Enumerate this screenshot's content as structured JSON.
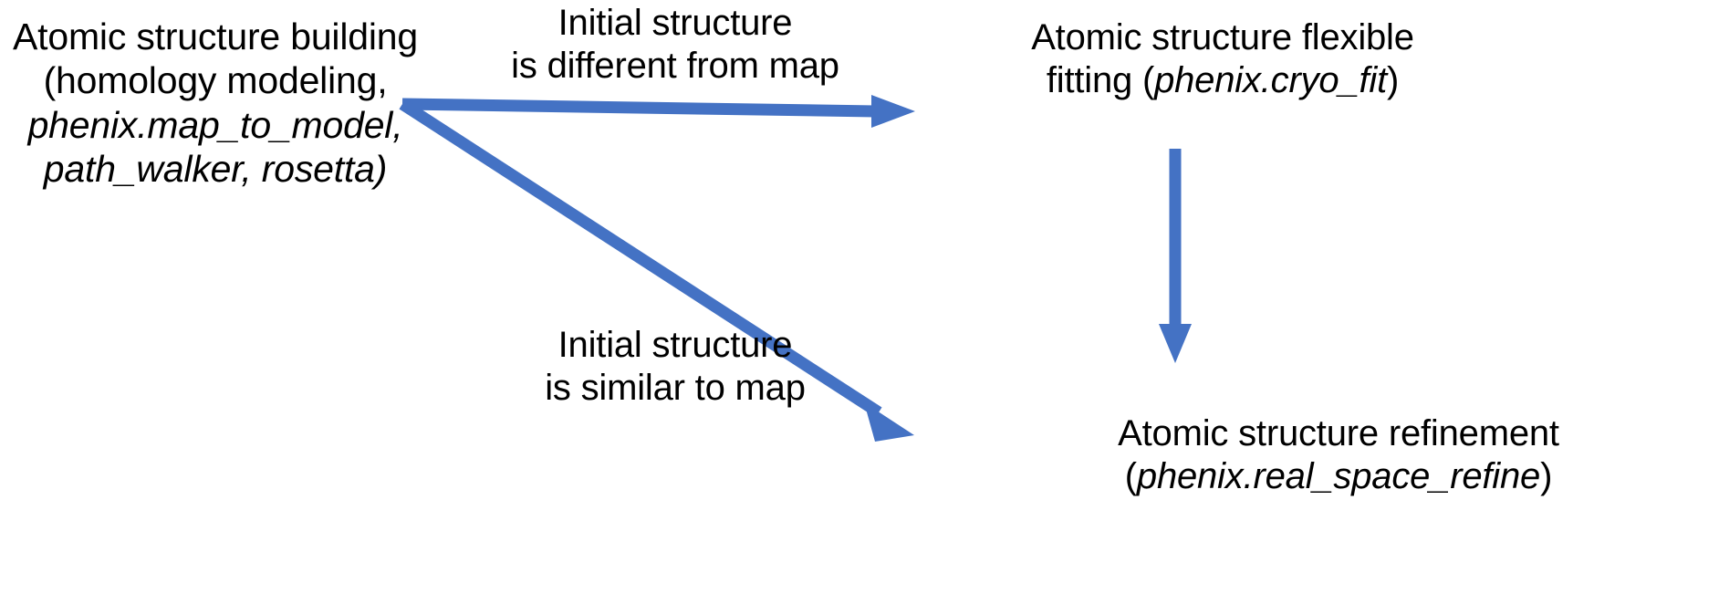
{
  "diagram": {
    "title": "Atomic structure model building and refinement workflow",
    "background_color": "#ffffff",
    "text_color": "#000000",
    "arrow_color": "#4472C4"
  },
  "nodes": {
    "building": {
      "name": "atomic-structure-building",
      "line1": "Atomic structure building",
      "line2": "(homology modeling,",
      "line3": "phenix.map_to_model,",
      "line4": "path_walker, rosetta)"
    },
    "fitting": {
      "name": "atomic-structure-flexible-fitting",
      "line1": "Atomic structure flexible",
      "line2_plain_open": "fitting (",
      "line2_italic": "phenix.cryo_fit",
      "line2_plain_close": ")"
    },
    "refinement": {
      "name": "atomic-structure-refinement",
      "line1": "Atomic structure refinement",
      "line2_plain_open": "(",
      "line2_italic": "phenix.real_space_refine",
      "line2_plain_close": ")"
    }
  },
  "edge_labels": {
    "different": {
      "line1": "Initial structure",
      "line2": "is different from map"
    },
    "similar": {
      "line1": "Initial structure",
      "line2": "is similar to map"
    }
  },
  "arrows": [
    {
      "name": "arrow-building-to-fitting",
      "from": "building",
      "to": "fitting",
      "label": "Initial structure is different from map",
      "direction": "right",
      "color": "#4472C4"
    },
    {
      "name": "arrow-building-to-refinement",
      "from": "building",
      "to": "refinement",
      "label": "Initial structure is similar to map",
      "direction": "down-right",
      "color": "#4472C4"
    },
    {
      "name": "arrow-fitting-to-refinement",
      "from": "fitting",
      "to": "refinement",
      "label": "",
      "direction": "down",
      "color": "#4472C4"
    }
  ]
}
